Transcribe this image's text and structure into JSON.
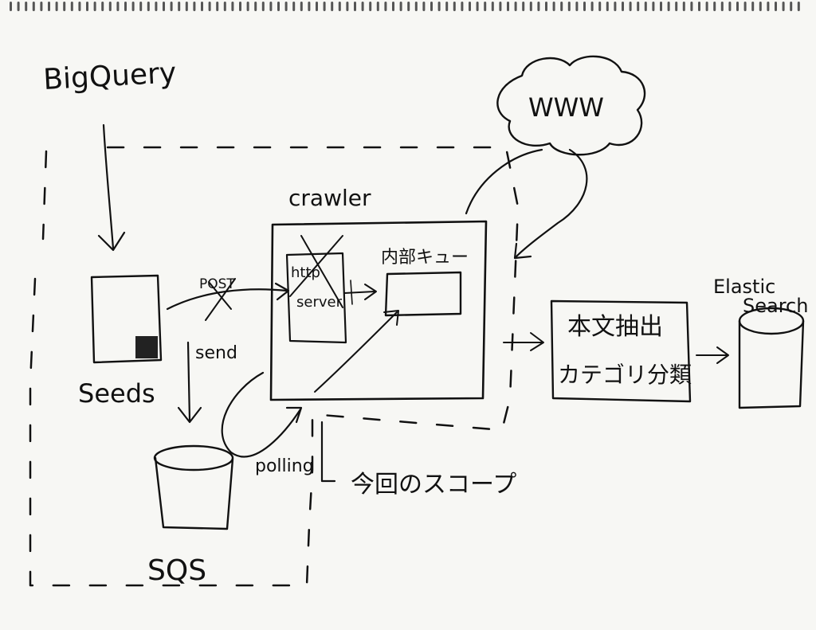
{
  "labels": {
    "bigquery": "BigQuery",
    "crawler": "crawler",
    "www": "WWW",
    "seeds": "Seeds",
    "sqs": "SQS",
    "post": "POST",
    "send": "send",
    "polling": "polling",
    "http_server_line1": "http",
    "http_server_line2": "server",
    "internal_queue": "内部キュー",
    "text_extraction": "本文抽出",
    "category_classification": "カテゴリ分類",
    "elasticsearch_line1": "Elastic",
    "elasticsearch_line2": "Search",
    "scope_note": "今回のスコープ"
  }
}
